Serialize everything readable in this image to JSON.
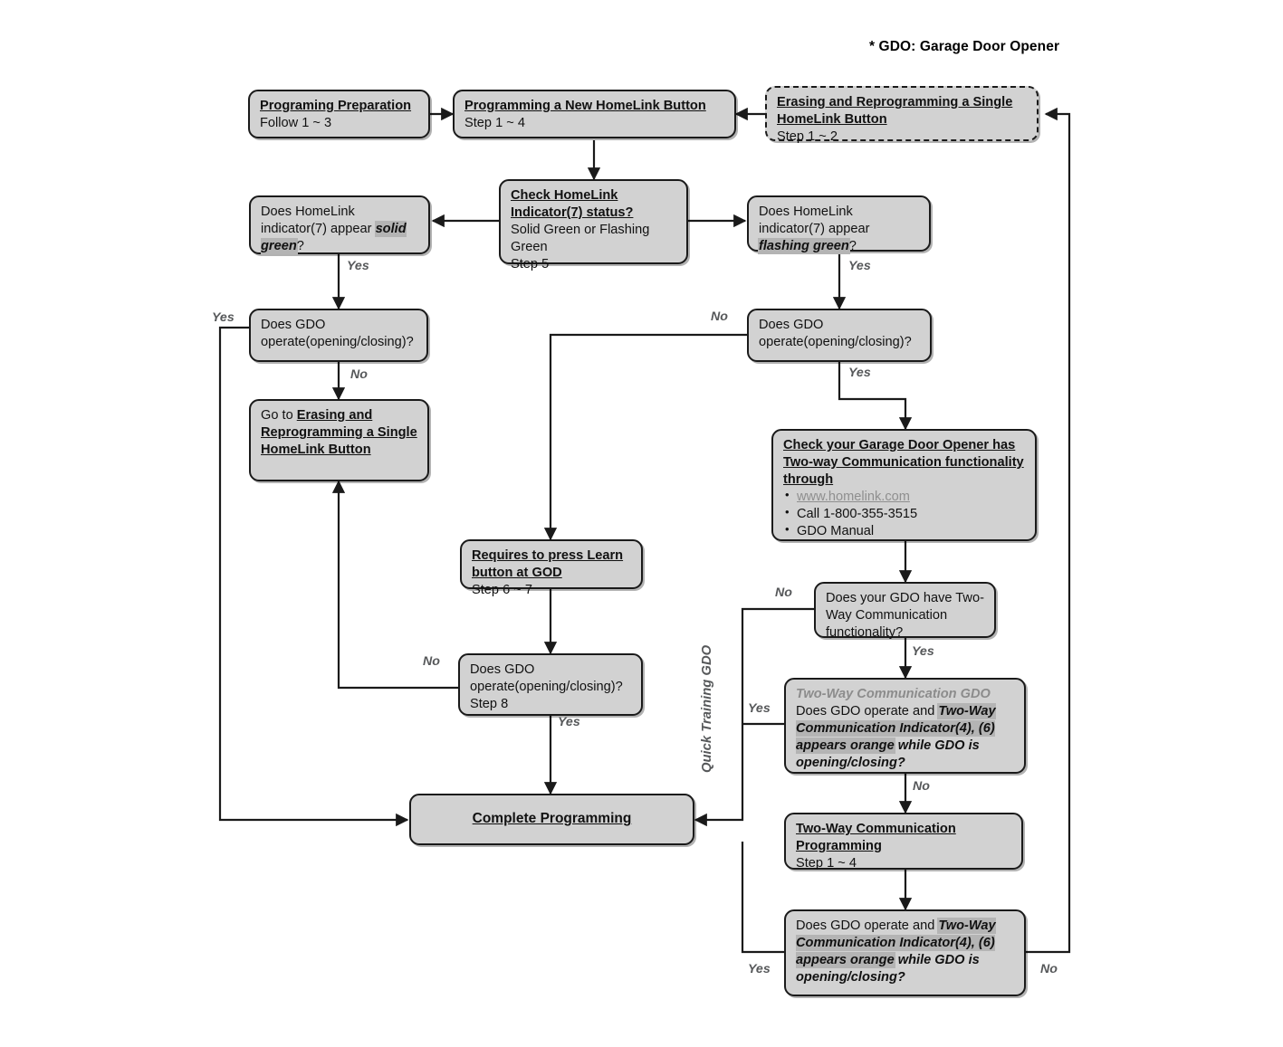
{
  "legend": {
    "note": "* GDO: Garage Door Opener"
  },
  "chart_data": {
    "type": "diagram",
    "title": "HomeLink Garage Door Opener Programming Flowchart",
    "nodes": [
      {
        "id": "prep",
        "title": "Programing Preparation",
        "body": "Follow 1 ~ 3",
        "style": "solid"
      },
      {
        "id": "program_new",
        "title": "Programming a New HomeLink Button",
        "body": "Step 1 ~ 4",
        "style": "solid"
      },
      {
        "id": "erase_reprogram",
        "title": "Erasing and Reprogramming a Single HomeLink Button",
        "body": "Step 1 ~ 2",
        "style": "dashed"
      },
      {
        "id": "check_status",
        "title": "Check HomeLink Indicator(7) status?",
        "body": "Solid Green or Flashing Green",
        "body2": "Step 5",
        "style": "solid"
      },
      {
        "id": "solid_green",
        "text_pre": "Does HomeLink indicator(7) appear ",
        "text_hl": "solid green",
        "text_post": "?",
        "style": "solid"
      },
      {
        "id": "flashing_green",
        "text_pre": "Does HomeLink indicator(7) appear ",
        "text_hl": "flashing green",
        "text_post": "?",
        "style": "solid"
      },
      {
        "id": "gdo_left",
        "text": "Does GDO operate(opening/closing)?",
        "style": "solid"
      },
      {
        "id": "gdo_right",
        "text": "Does GDO operate(opening/closing)?",
        "style": "solid"
      },
      {
        "id": "goto_erase",
        "pre": "Go to ",
        "title": "Erasing and Reprogramming a Single HomeLink Button",
        "style": "solid"
      },
      {
        "id": "learn_button",
        "title": "Requires to press Learn button at GOD",
        "body": "Step 6 ~ 7",
        "style": "solid"
      },
      {
        "id": "gdo_step8",
        "text": "Does GDO operate(opening/closing)?",
        "body": "Step 8",
        "style": "solid"
      },
      {
        "id": "check_twoway",
        "title": "Check your Garage Door Opener has Two-way Communication functionality through",
        "bullets": [
          "www.homelink.com",
          "Call 1-800-355-3515",
          "GDO Manual"
        ],
        "style": "solid"
      },
      {
        "id": "has_twoway",
        "text": "Does your GDO have Two-Way Communication functionality?",
        "style": "solid"
      },
      {
        "id": "twoway_gdo_q",
        "header": "Two-Way Communication GDO",
        "text_pre": "Does GDO operate and ",
        "text_hl": "Two-Way Communication Indicator(4), (6) appears orange",
        "text_bi": " while GDO is opening/closing?",
        "style": "solid"
      },
      {
        "id": "twoway_programming",
        "title": "Two-Way Communication Programming",
        "body": "Step 1 ~ 4",
        "style": "solid"
      },
      {
        "id": "twoway_verify",
        "text_pre": "Does GDO operate and ",
        "text_hl": "Two-Way Communication Indicator(4), (6) appears orange",
        "text_bi": " while GDO is opening/closing?",
        "style": "solid"
      },
      {
        "id": "complete",
        "title": "Complete Programming",
        "style": "solid"
      }
    ],
    "edge_labels": [
      {
        "id": "lbl_solid_yes",
        "text": "Yes"
      },
      {
        "id": "lbl_flashing_yes",
        "text": "Yes"
      },
      {
        "id": "lbl_gdoleft_yes",
        "text": "Yes"
      },
      {
        "id": "lbl_gdoleft_no",
        "text": "No"
      },
      {
        "id": "lbl_gdoright_no",
        "text": "No"
      },
      {
        "id": "lbl_gdoright_yes",
        "text": "Yes"
      },
      {
        "id": "lbl_step8_no",
        "text": "No"
      },
      {
        "id": "lbl_step8_yes",
        "text": "Yes"
      },
      {
        "id": "lbl_hastwoway_no",
        "text": "No"
      },
      {
        "id": "lbl_hastwoway_yes",
        "text": "Yes"
      },
      {
        "id": "lbl_twoway_q_yes",
        "text": "Yes"
      },
      {
        "id": "lbl_twoway_q_no",
        "text": "No"
      },
      {
        "id": "lbl_verify_yes",
        "text": "Yes"
      },
      {
        "id": "lbl_verify_no",
        "text": "No"
      },
      {
        "id": "lbl_quick_training",
        "text": "Quick Training GDO"
      }
    ],
    "colors": {
      "node_fill": "#d2d2d2",
      "node_border": "#1a1a1a",
      "highlight": "#b4b4b4",
      "edge_label": "#56585a",
      "link": "#8f8f8f",
      "background": "#ffffff"
    }
  }
}
